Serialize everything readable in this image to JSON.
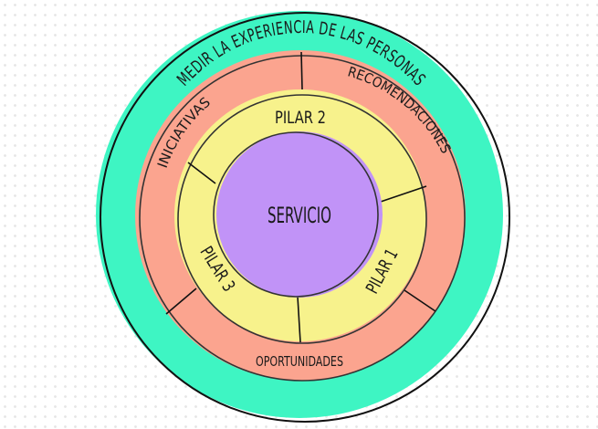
{
  "diagram": {
    "outer_ring": {
      "label": "MEDIR LA EXPERIENCIA DE LAS PERSONAS",
      "color": "#3ef5c3"
    },
    "middle_ring": {
      "color": "#fba48f",
      "segments": [
        {
          "label": "INICIATIVAS"
        },
        {
          "label": "RECOMENDACIONES"
        },
        {
          "label": "OPORTUNIDADES"
        }
      ]
    },
    "inner_ring": {
      "color": "#f7f28c",
      "segments": [
        {
          "label": "PILAR 2"
        },
        {
          "label": "PILAR 1"
        },
        {
          "label": "PILAR 3"
        }
      ]
    },
    "core": {
      "label": "SERVICIO",
      "color": "#c193f7"
    }
  }
}
